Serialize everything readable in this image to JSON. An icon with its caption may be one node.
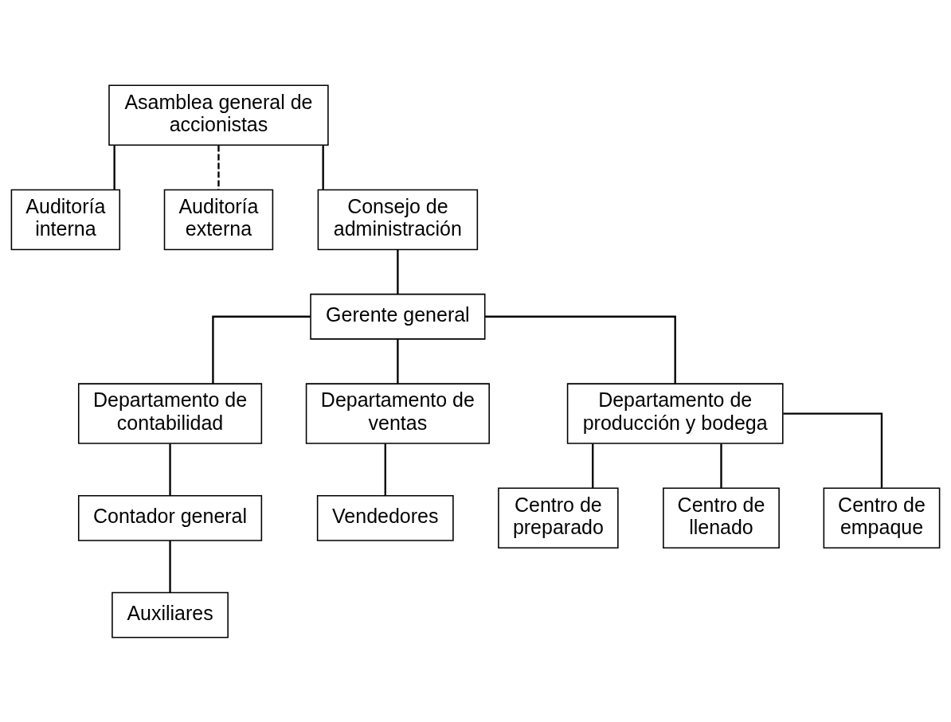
{
  "diagram": {
    "nodes": [
      {
        "text": [
          "Asamblea general de accionistas"
        ]
      },
      {
        "text": [
          "Auditoría interna"
        ]
      },
      {
        "text": [
          "Auditoría externa"
        ]
      },
      {
        "text": [
          "Consejo de administración"
        ]
      },
      {
        "text": [
          "Gerente general"
        ]
      },
      {
        "text": [
          "Departamento de contabilidad"
        ]
      },
      {
        "text": [
          "Departamento de ventas"
        ]
      },
      {
        "text": [
          "Departamento de producción y bodega"
        ]
      },
      {
        "text": [
          "Vendedores"
        ]
      },
      {
        "text": [
          "Contador general"
        ]
      },
      {
        "text": [
          "Auxiliares"
        ]
      },
      {
        "text": [
          "Centro de preparado"
        ]
      },
      {
        "text": [
          "Centro de llenado"
        ]
      },
      {
        "text": [
          "Centro de empaque"
        ]
      }
    ],
    "edges": [
      {
        "from": 0,
        "to": 1,
        "arrow": "none"
      },
      {
        "from": 0,
        "to": 2,
        "arrow": "none",
        "style": "dashed"
      },
      {
        "from": 0,
        "to": 3,
        "arrow": "none"
      },
      {
        "from": 3,
        "to": 4,
        "arrow": "none"
      },
      {
        "from": 4,
        "to": 5,
        "arrow": "none"
      },
      {
        "from": 4,
        "to": 6,
        "arrow": "none"
      },
      {
        "from": 4,
        "to": 7,
        "arrow": "none"
      },
      {
        "from": 6,
        "to": 8,
        "arrow": "none"
      },
      {
        "from": 5,
        "to": 9,
        "arrow": "none"
      },
      {
        "from": 9,
        "to": 10,
        "arrow": "none"
      },
      {
        "from": 7,
        "to": 11,
        "arrow": "none"
      },
      {
        "from": 7,
        "to": 12,
        "arrow": "none"
      },
      {
        "from": 7,
        "to": 13,
        "arrow": "none"
      }
    ]
  }
}
